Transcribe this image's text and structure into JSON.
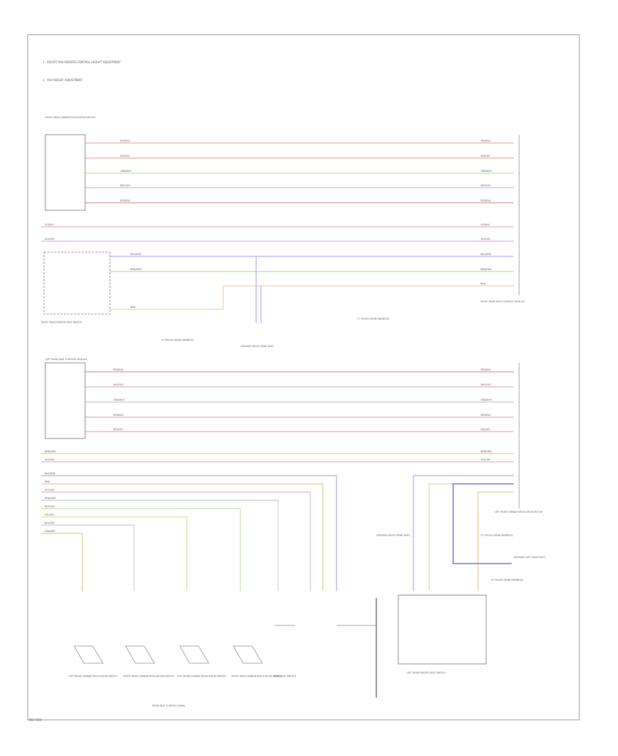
{
  "notes": [
    {
      "num": "1",
      "text": "EXCEPT RS4 REMOTE-CONTROL HEIGHT ADJUSTMENT"
    },
    {
      "num": "2",
      "text": "RS4 HEIGHT ADJUSTMENT"
    }
  ],
  "components": {
    "right_rear_lumbar_unit": "RIGHT REAR LUMBAR REGULATION MOTOR",
    "right_rear_heated_seat": "RIGHT REAR HEATED SEAT SWITCH",
    "right_rear_module": "RIGHT REAR SEAT CONTROL MODULE",
    "left_rear_module": "LEFT REAR SEAT CONTROL MODULE",
    "left_rear_lumbar_unit": "LEFT REAR LUMBAR REGULATION MOTOR",
    "left_rear_heated_seat": "LEFT REAR HEATED SEAT SWITCH",
    "ground_1": "GROUND (RIGHT REAR SEAT)",
    "ground_2": "GROUND (RIGHT REAR SEAT)",
    "ground_3": "GROUND (LEFT REAR SEAT)",
    "splice_1": "V7 SPLICE (MAIN HARNESS)",
    "splice_2": "V7 SPLICE (MAIN HARNESS)",
    "splice_3": "V7 SPLICE (MAIN HARNESS)",
    "splice_4": "V7 SPLICE (MAIN HARNESS)",
    "switch_1": "LEFT REAR LUMBAR REGULATION SWITCH",
    "switch_2": "RIGHT REAR LUMBAR REGULATION SWITCH",
    "switch_3": "LEFT REAR LUMBAR REGULATION SWITCH",
    "switch_4": "RIGHT REAR LUMBAR REGULATION SWITCH",
    "switch_5": "REAR SEAT SWITCH",
    "panel": "REAR SEAT CONTROL PANEL"
  },
  "wire_labels": {
    "rr_1": "RED/BLU",
    "rr_2": "RED/YEL",
    "rr_3": "GRN/WHT",
    "rr_4": "WHT/VIO",
    "rr_5": "RED/BLK",
    "mid_1": "VIO/BLU",
    "mid_2": "VIO/GRY",
    "mid_3": "BLU/GRN",
    "mid_4": "BRN/GRN",
    "mid_5": "BRN",
    "lr_1": "RED/BLK",
    "lr_2": "WHT/VIO",
    "lr_3": "GRN/WHT",
    "lr_4": "RED/BLU",
    "lr_5": "RED/YEL",
    "lmid_1": "BRN/GRN",
    "lmid_2": "VIO/GRY",
    "b_1": "BLU/GRN",
    "b_2": "BRN",
    "b_3": "VIO/GRY",
    "b_4": "BRN/GRN",
    "b_5": "WHT/VIO",
    "b_6": "YEL/BLK",
    "b_7": "BLU/GRY",
    "b_8": "GRN/GRY"
  },
  "page_code": "WD-7456"
}
